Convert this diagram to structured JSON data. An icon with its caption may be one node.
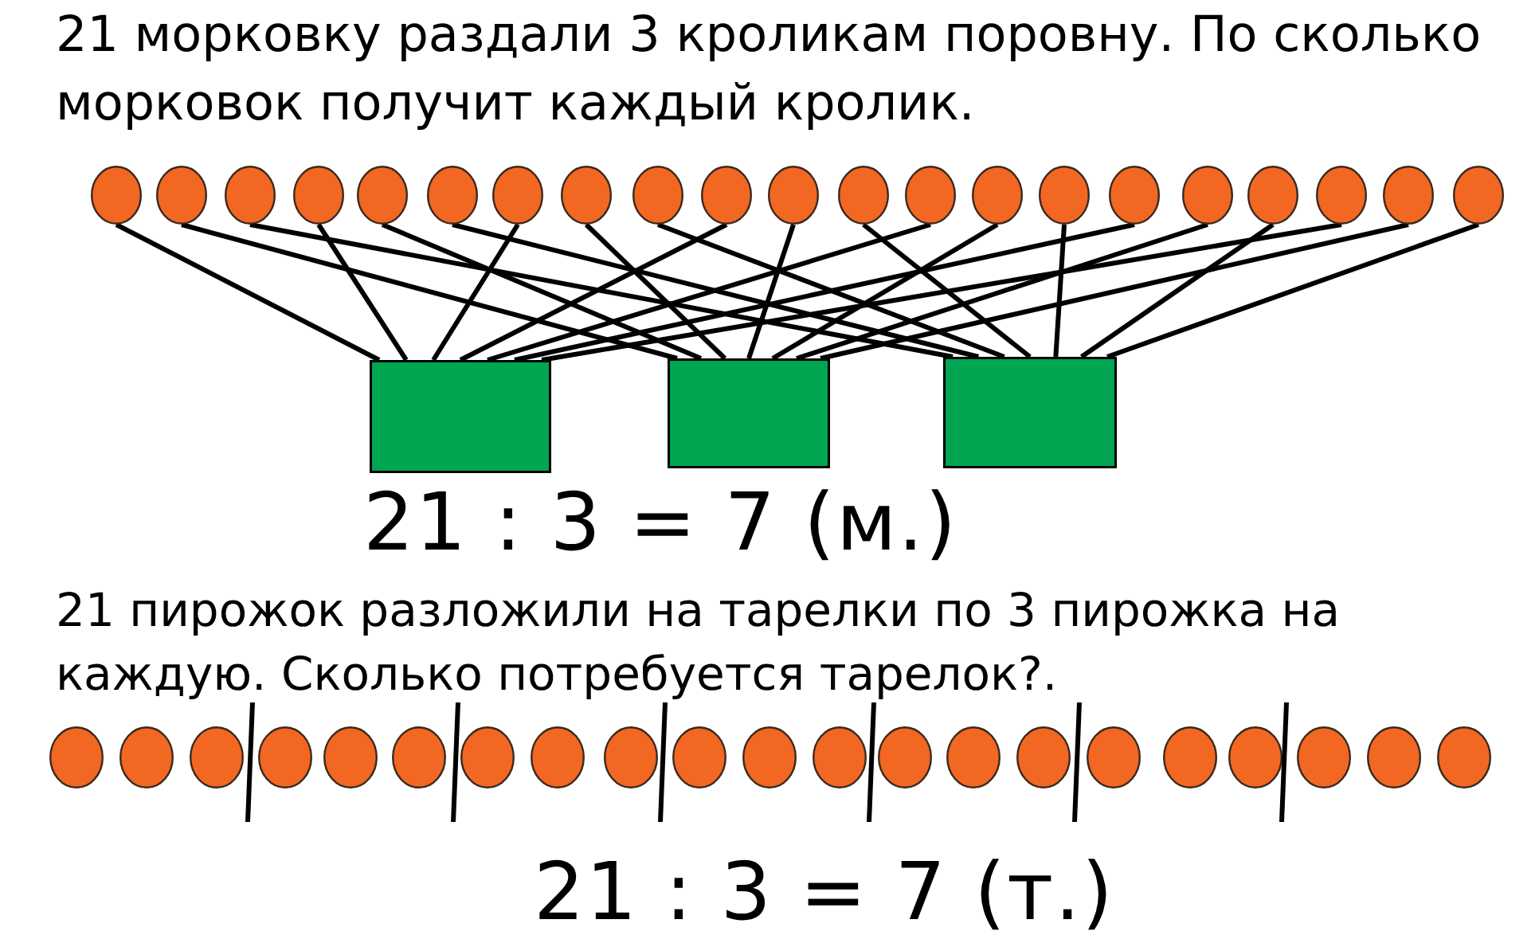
{
  "diagram": {
    "nodes": [
      {
        "text": [],
        "shape": "circle"
      },
      {
        "text": [],
        "shape": "circle"
      },
      {
        "text": [],
        "shape": "circle"
      },
      {
        "text": [],
        "shape": "circle"
      },
      {
        "text": [],
        "shape": "circle"
      },
      {
        "text": [],
        "shape": "circle"
      },
      {
        "text": [],
        "shape": "circle"
      },
      {
        "text": [],
        "shape": "circle"
      },
      {
        "text": [],
        "shape": "circle"
      },
      {
        "text": [],
        "shape": "circle"
      },
      {
        "text": [],
        "shape": "circle"
      },
      {
        "text": [],
        "shape": "circle"
      },
      {
        "text": [],
        "shape": "circle"
      },
      {
        "text": [],
        "shape": "circle"
      },
      {
        "text": [],
        "shape": "circle"
      },
      {
        "text": [],
        "shape": "circle"
      },
      {
        "text": [],
        "shape": "circle"
      },
      {
        "text": [],
        "shape": "circle"
      },
      {
        "text": [],
        "shape": "circle"
      },
      {
        "text": [],
        "shape": "circle"
      },
      {
        "text": [],
        "shape": "circle"
      },
      {
        "text": [],
        "shape": "box"
      },
      {
        "text": [],
        "shape": "box"
      },
      {
        "text": [],
        "shape": "box"
      },
      {
        "text": [],
        "shape": "circle"
      },
      {
        "text": [],
        "shape": "circle"
      },
      {
        "text": [],
        "shape": "circle"
      },
      {
        "text": [],
        "shape": "circle"
      },
      {
        "text": [],
        "shape": "circle"
      },
      {
        "text": [],
        "shape": "circle"
      },
      {
        "text": [],
        "shape": "circle"
      },
      {
        "text": [],
        "shape": "circle"
      },
      {
        "text": [],
        "shape": "circle"
      },
      {
        "text": [],
        "shape": "circle"
      },
      {
        "text": [],
        "shape": "circle"
      },
      {
        "text": [],
        "shape": "circle"
      },
      {
        "text": [],
        "shape": "circle"
      },
      {
        "text": [],
        "shape": "circle"
      },
      {
        "text": [],
        "shape": "circle"
      },
      {
        "text": [],
        "shape": "circle"
      },
      {
        "text": [],
        "shape": "circle"
      },
      {
        "text": [],
        "shape": "circle"
      },
      {
        "text": [],
        "shape": "circle"
      },
      {
        "text": [],
        "shape": "circle"
      },
      {
        "text": [],
        "shape": "circle"
      }
    ],
    "edges": [
      {
        "from": 0,
        "to": 21,
        "arrow": "none"
      },
      {
        "from": 1,
        "to": 22,
        "arrow": "none"
      },
      {
        "from": 2,
        "to": 23,
        "arrow": "none"
      },
      {
        "from": 3,
        "to": 21,
        "arrow": "none"
      },
      {
        "from": 4,
        "to": 22,
        "arrow": "none"
      },
      {
        "from": 5,
        "to": 23,
        "arrow": "none"
      },
      {
        "from": 6,
        "to": 21,
        "arrow": "none"
      },
      {
        "from": 7,
        "to": 22,
        "arrow": "none"
      },
      {
        "from": 8,
        "to": 23,
        "arrow": "none"
      },
      {
        "from": 9,
        "to": 21,
        "arrow": "none"
      },
      {
        "from": 10,
        "to": 22,
        "arrow": "none"
      },
      {
        "from": 11,
        "to": 23,
        "arrow": "none"
      },
      {
        "from": 12,
        "to": 21,
        "arrow": "none"
      },
      {
        "from": 13,
        "to": 22,
        "arrow": "none"
      },
      {
        "from": 14,
        "to": 23,
        "arrow": "none"
      },
      {
        "from": 15,
        "to": 21,
        "arrow": "none"
      },
      {
        "from": 16,
        "to": 22,
        "arrow": "none"
      },
      {
        "from": 17,
        "to": 23,
        "arrow": "none"
      },
      {
        "from": 18,
        "to": 21,
        "arrow": "none"
      },
      {
        "from": 19,
        "to": 22,
        "arrow": "none"
      },
      {
        "from": 20,
        "to": 23,
        "arrow": "none"
      }
    ],
    "labels": [
      "21 морковку раздали 3 кроликам поровну. По сколько морковок получит каждый кролик.",
      "21 : 3 = 7 (м.)",
      "21 пирожок разложили на тарелки по 3 пирожка на каждую. Сколько потребуется тарелок?.",
      "21 : 3 = 7 (т.)"
    ]
  }
}
